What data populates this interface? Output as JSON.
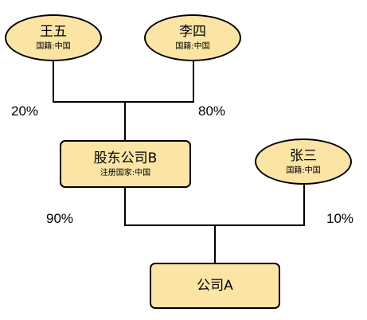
{
  "people": {
    "wang_wu": {
      "name": "王五",
      "nationality": "国籍:中国"
    },
    "li_si": {
      "name": "李四",
      "nationality": "国籍:中国"
    },
    "zhang_san": {
      "name": "张三",
      "nationality": "国籍:中国"
    }
  },
  "companies": {
    "company_b": {
      "name": "股东公司B",
      "registration": "注册国家:中国"
    },
    "company_a": {
      "name": "公司A"
    }
  },
  "ownership": {
    "wang_wu_to_b": "20%",
    "li_si_to_b": "80%",
    "b_to_a": "90%",
    "zhang_san_to_a": "10%"
  }
}
